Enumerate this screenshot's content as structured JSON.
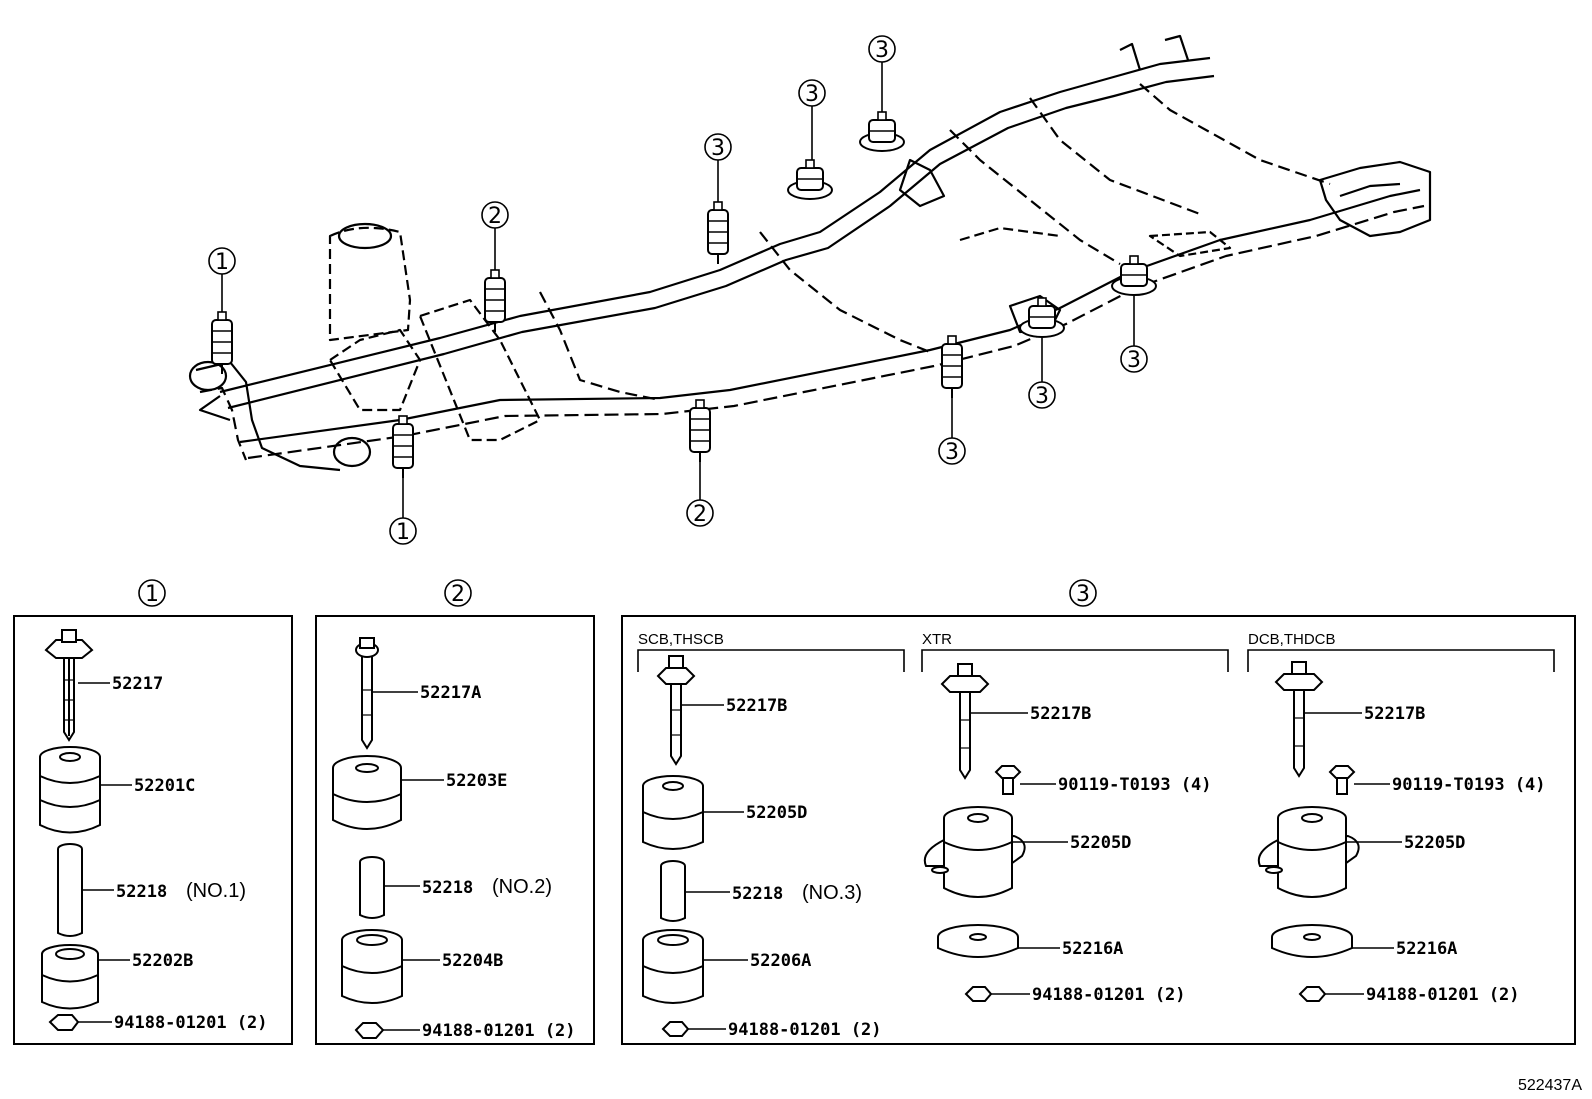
{
  "callouts": {
    "c1": "1",
    "c2": "2",
    "c3": "3"
  },
  "group1": {
    "header": "1",
    "parts": {
      "bolt": "52217",
      "upper_cushion": "52201C",
      "spacer": "52218",
      "spacer_note": "(NO.1)",
      "lower_cushion": "52202B",
      "nut": "94188-01201 (2)"
    }
  },
  "group2": {
    "header": "2",
    "parts": {
      "bolt": "52217A",
      "upper_cushion": "52203E",
      "spacer": "52218",
      "spacer_note": "(NO.2)",
      "lower_cushion": "52204B",
      "nut": "94188-01201 (2)"
    }
  },
  "group3": {
    "header": "3",
    "scb": {
      "label": "SCB,THSCB",
      "bolt": "52217B",
      "upper_cushion": "52205D",
      "spacer": "52218",
      "spacer_note": "(NO.3)",
      "lower_cushion": "52206A",
      "nut": "94188-01201 (2)"
    },
    "xtr": {
      "label": "XTR",
      "bolt": "52217B",
      "screw": "90119-T0193 (4)",
      "cushion": "52205D",
      "washer": "52216A",
      "nut": "94188-01201 (2)"
    },
    "dcb": {
      "label": "DCB,THDCB",
      "bolt": "52217B",
      "screw": "90119-T0193 (4)",
      "cushion": "52205D",
      "washer": "52216A",
      "nut": "94188-01201 (2)"
    }
  },
  "reference_code": "522437A"
}
